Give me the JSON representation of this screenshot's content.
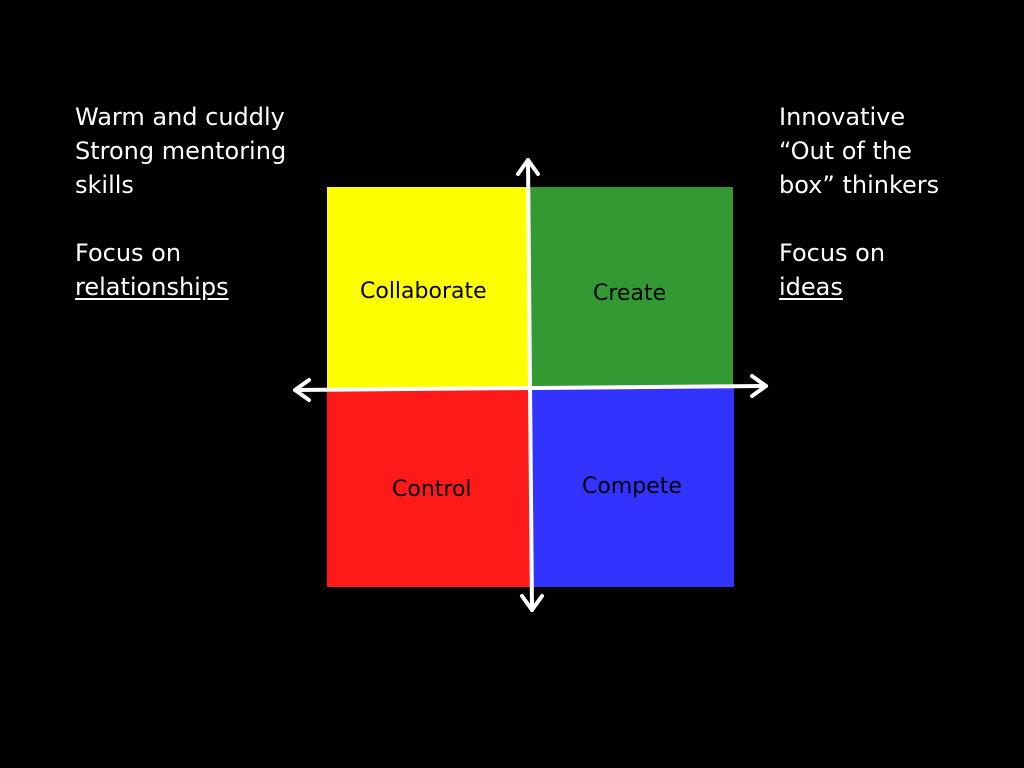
{
  "left_note": {
    "line1": "Warm and cuddly",
    "line2": "Strong mentoring",
    "line3": "skills",
    "focus_prefix": "Focus on",
    "focus_word": "relationships"
  },
  "right_note": {
    "line1": "Innovative",
    "line2": "“Out of the",
    "line3": "box” thinkers",
    "focus_prefix": "Focus on",
    "focus_word": "ideas"
  },
  "quadrants": {
    "top_left": {
      "label": "Collaborate",
      "color": "#ffff00"
    },
    "top_right": {
      "label": "Create",
      "color": "#339933"
    },
    "bottom_left": {
      "label": "Control",
      "color": "#ff1a1a"
    },
    "bottom_right": {
      "label": "Compete",
      "color": "#3333ff"
    }
  },
  "colors": {
    "background": "#000000",
    "text": "#ffffff",
    "axis": "#ffffff"
  }
}
